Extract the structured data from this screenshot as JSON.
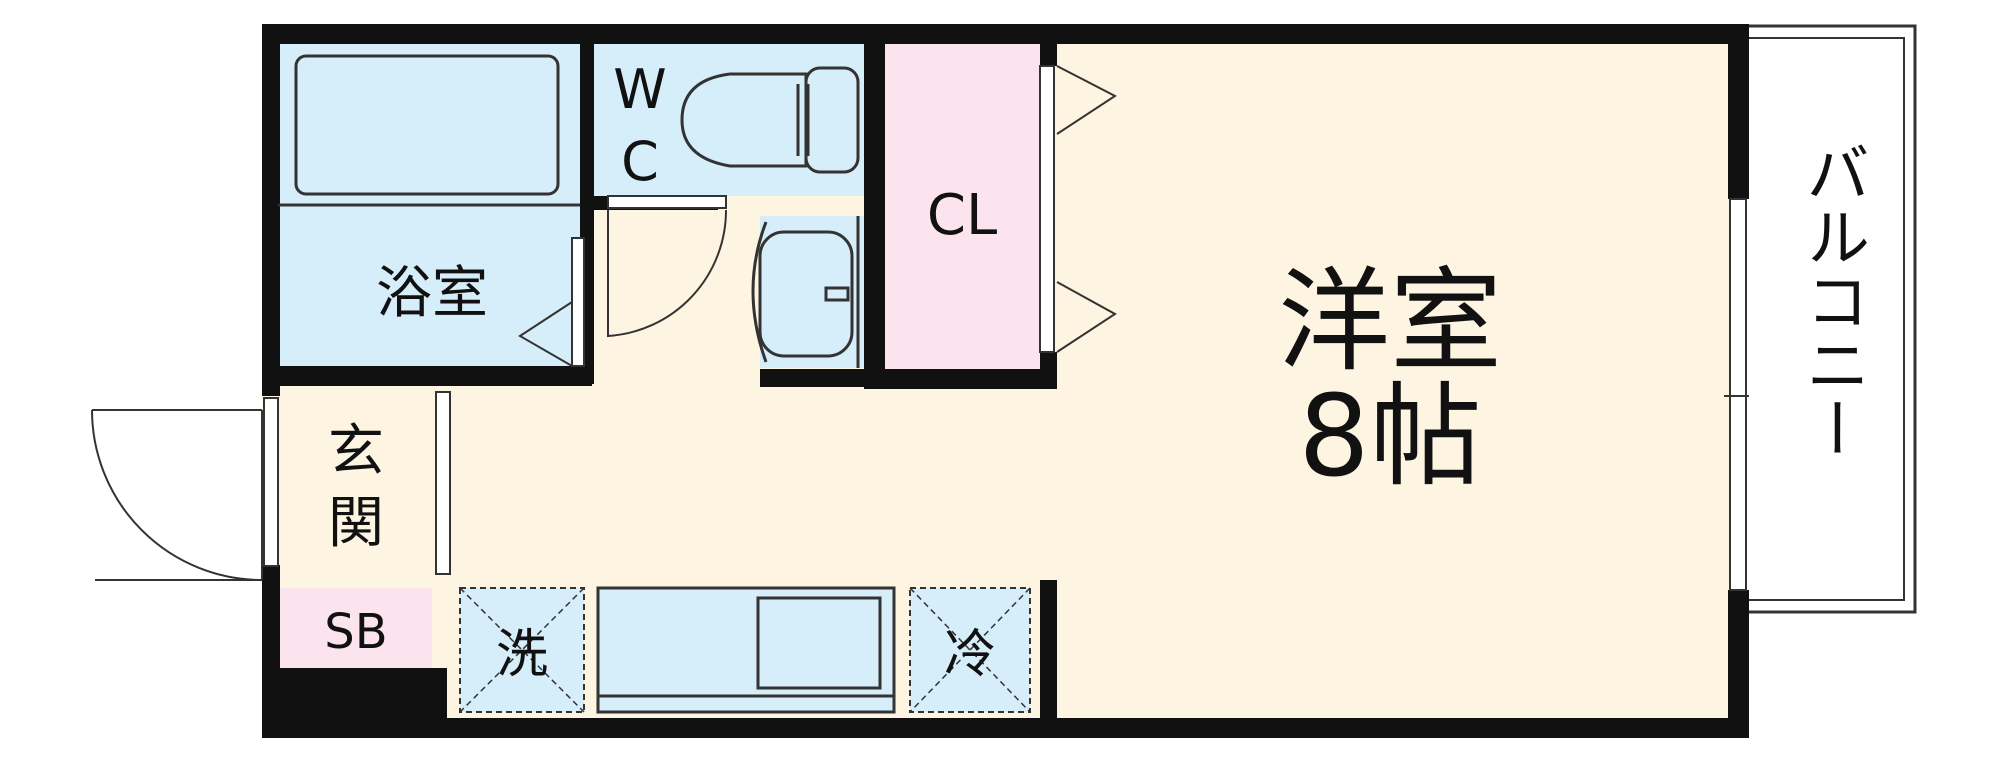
{
  "rooms": {
    "bath": "浴室",
    "wc_line1": "W",
    "wc_line2": "C",
    "closet": "CL",
    "western_room_name": "洋室",
    "western_room_size": "8帖",
    "balcony": "バルコニー",
    "entrance": "玄関",
    "shoe_box": "SB",
    "washer": "洗",
    "fridge": "冷"
  },
  "colors": {
    "wall": "#111111",
    "bath_blue": "#d6eefa",
    "closet_pink": "#fbe4ee",
    "floor_cream": "#fdf5e2",
    "outline": "#333333"
  }
}
